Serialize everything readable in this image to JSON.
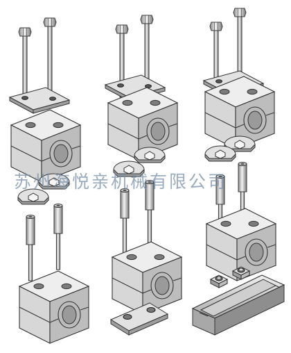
{
  "watermark": {
    "text": "苏州海悦亲机械有限公司"
  },
  "figure": {
    "assemblies": [
      {
        "name": "standard-clamp",
        "parts": [
          "bolt",
          "bolt",
          "cover-plate",
          "clamp-body",
          "hex-nut-disc",
          "hex-nut-disc",
          "spacer-bolt",
          "spacer-bolt",
          "clamp-body"
        ]
      },
      {
        "name": "heavy-clamp",
        "parts": [
          "bolt",
          "bolt",
          "cover-plate",
          "clamp-body",
          "hex-nut-disc",
          "hex-nut-disc",
          "spacer-bolt",
          "spacer-bolt",
          "clamp-body",
          "weld-plate"
        ]
      },
      {
        "name": "rail-clamp",
        "parts": [
          "bolt",
          "bolt",
          "cover-plate",
          "clamp-body",
          "hex-nut-disc",
          "hex-nut-disc",
          "spacer-bolt",
          "spacer-bolt",
          "clamp-body",
          "rail-nut",
          "rail-nut",
          "mounting-rail"
        ]
      }
    ]
  }
}
